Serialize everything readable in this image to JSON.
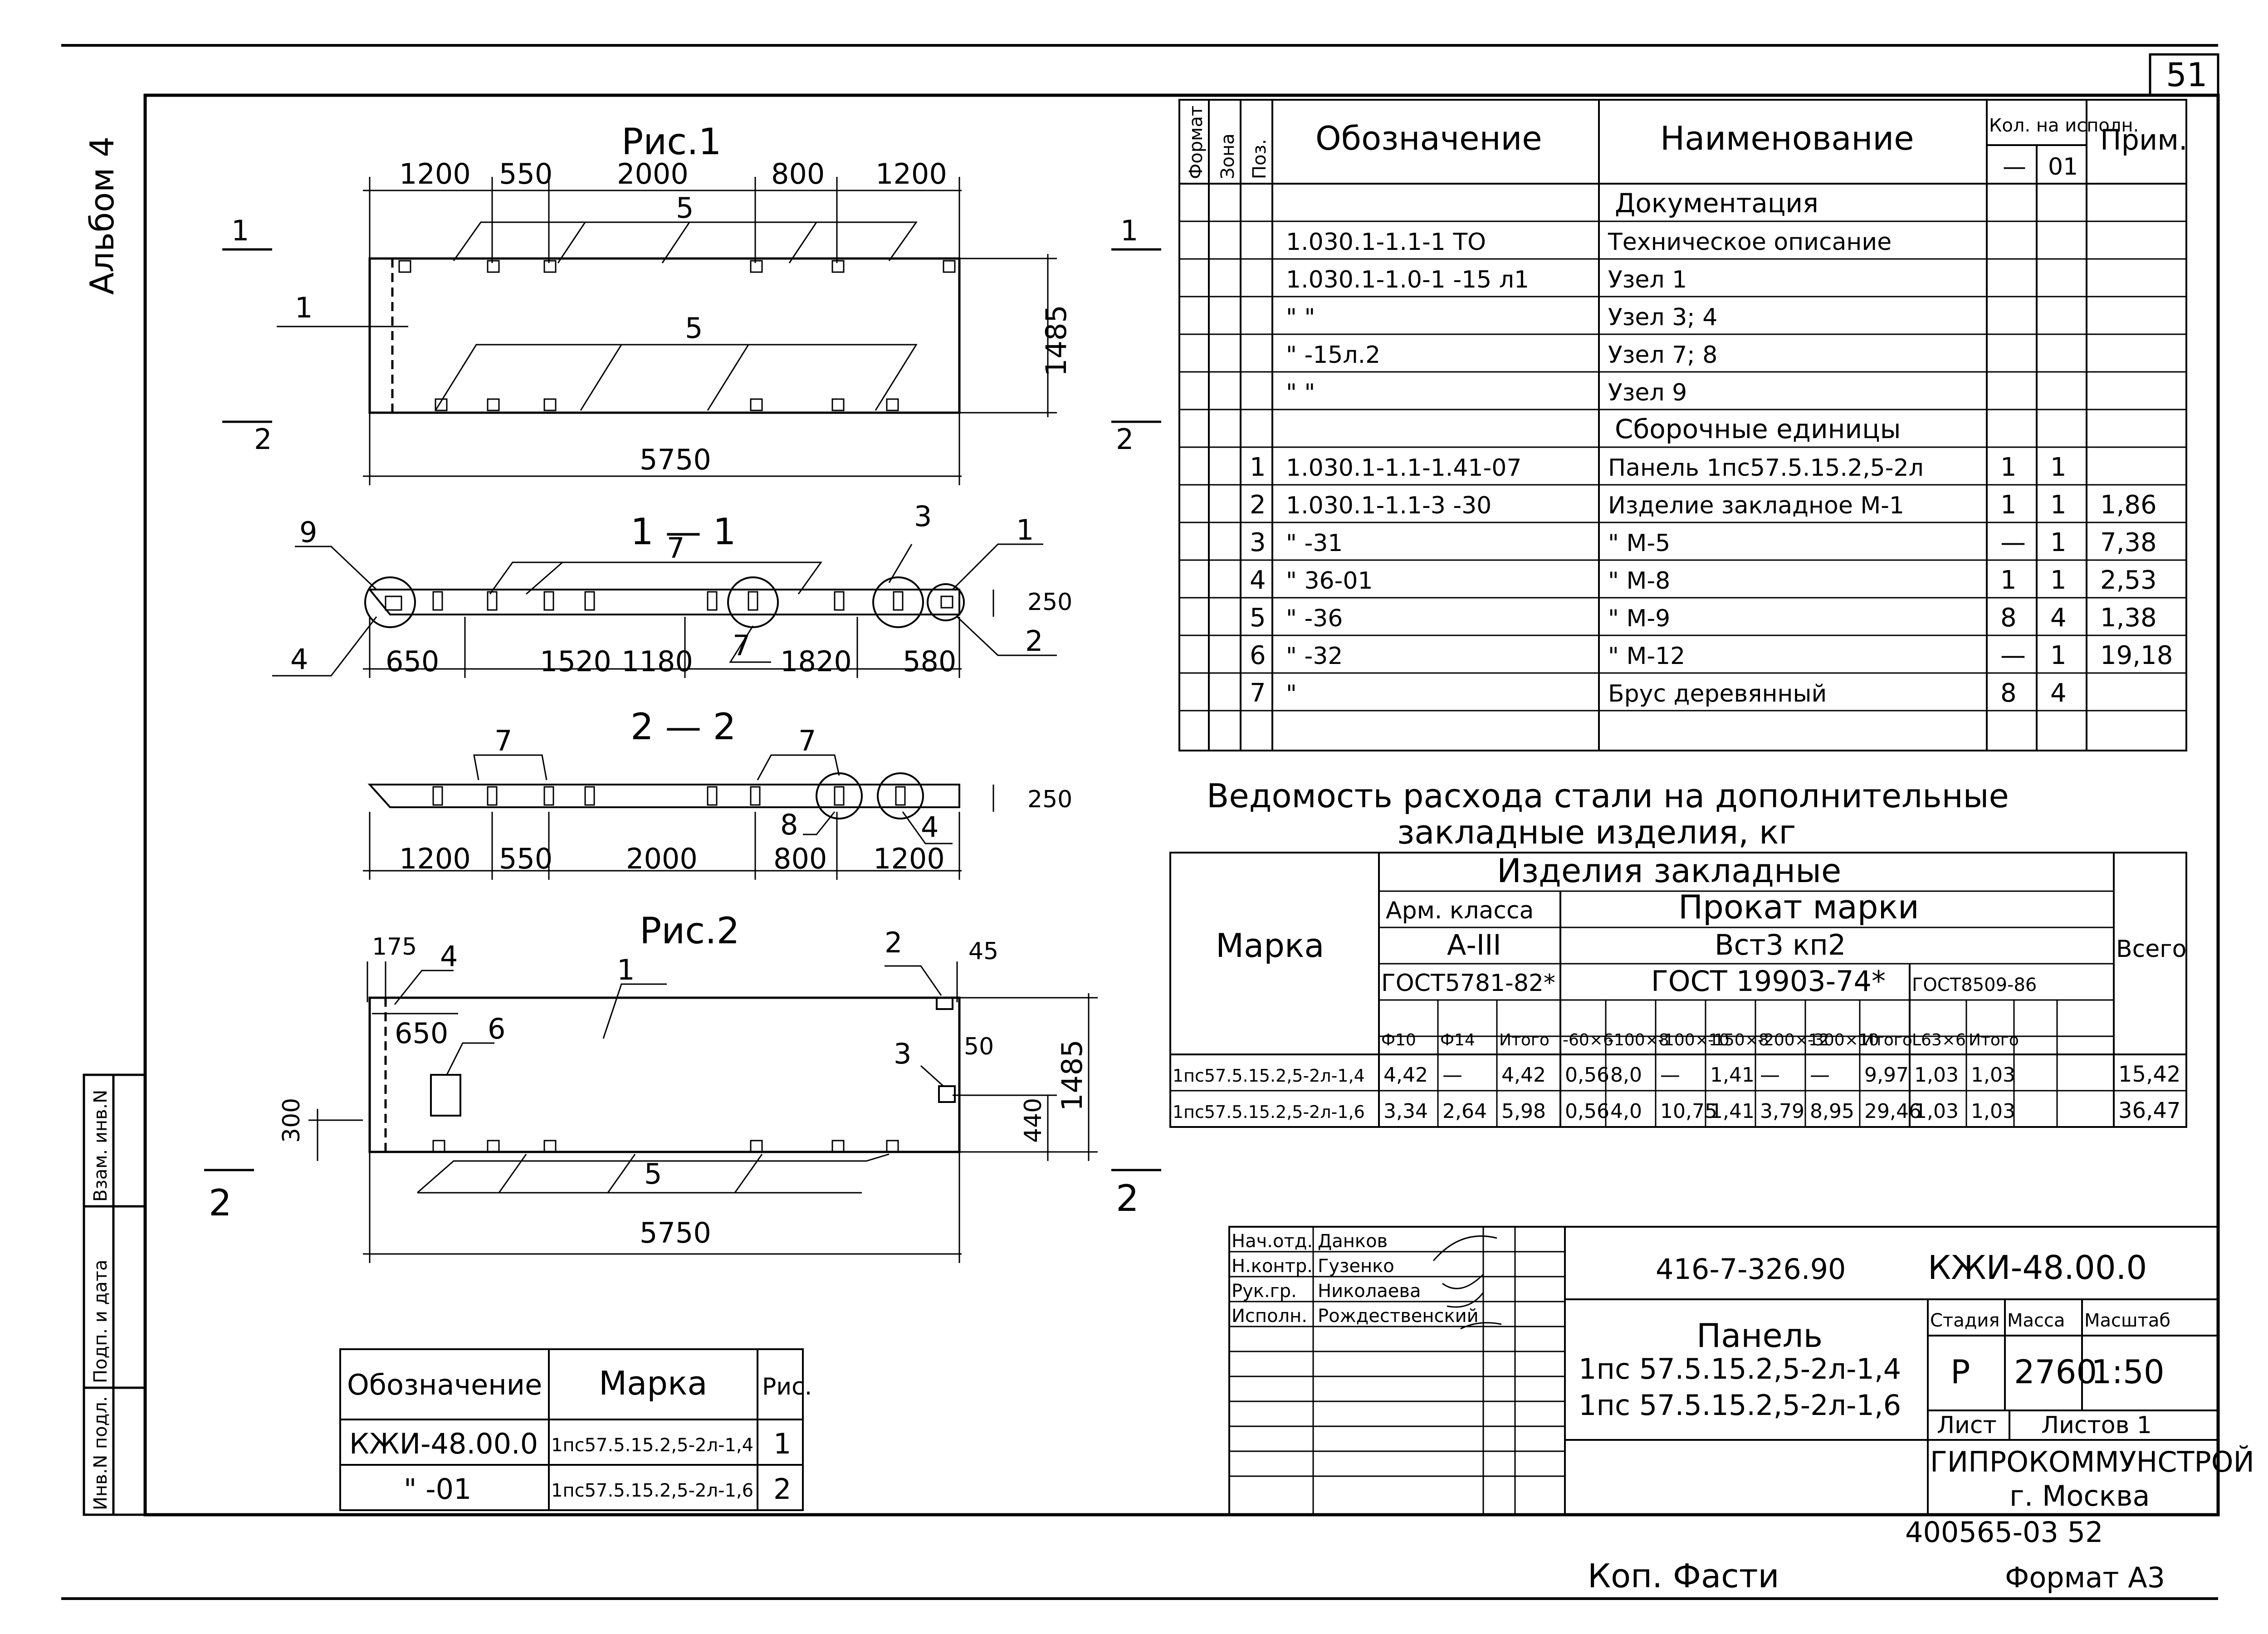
{
  "page": {
    "sheet_no": "51",
    "album": "Альбом 4",
    "footer_copy": "Коп. Фасти",
    "format": "Формат А3",
    "stamp_extra": "400565-03 52"
  },
  "fig1": {
    "title": "Рис.1",
    "dims_top": [
      "1200",
      "550",
      "2000",
      "800",
      "1200"
    ],
    "total_length": "5750",
    "height": "1485",
    "pos_labels": [
      "5",
      "5",
      "1"
    ],
    "section_marks": [
      "1",
      "1",
      "2",
      "2"
    ]
  },
  "section11": {
    "title": "1 — 1",
    "dims": [
      "650",
      "1520",
      "1180",
      "1820",
      "580"
    ],
    "thickness": "250",
    "labels": [
      "9",
      "7",
      "3",
      "1",
      "4",
      "7",
      "2"
    ]
  },
  "section22": {
    "title": "2 — 2",
    "dims": [
      "1200",
      "550",
      "2000",
      "800",
      "1200"
    ],
    "thickness": "250",
    "labels": [
      "7",
      "7",
      "8",
      "4"
    ]
  },
  "fig2": {
    "title": "Рис.2",
    "dims": {
      "top_left": "175",
      "top_right": "45",
      "d650": "650",
      "d50": "50",
      "d300": "300",
      "d440": "440",
      "height": "1485",
      "length": "5750"
    },
    "labels": [
      "4",
      "1",
      "2",
      "6",
      "3",
      "5"
    ],
    "section_marks": [
      "2",
      "2"
    ]
  },
  "spec": {
    "headers": {
      "format": "Формат",
      "zone": "Зона",
      "pos": "Поз.",
      "designation": "Обозначение",
      "name": "Наименование",
      "qty": "Кол. на исполн.",
      "qty_a": "—",
      "qty_b": "01",
      "note": "Прим."
    },
    "rows": [
      {
        "pos": "",
        "des": "",
        "name": "Документация",
        "q1": "",
        "q2": "",
        "note": "",
        "heading": true
      },
      {
        "pos": "",
        "des": "1.030.1-1.1-1  ТО",
        "name": "Техническое описание",
        "q1": "",
        "q2": "",
        "note": ""
      },
      {
        "pos": "",
        "des": "1.030.1-1.0-1  -15 л1",
        "name": "Узел 1",
        "q1": "",
        "q2": "",
        "note": ""
      },
      {
        "pos": "",
        "des": "\"          \"",
        "name": "Узел 3; 4",
        "q1": "",
        "q2": "",
        "note": ""
      },
      {
        "pos": "",
        "des": "\"      -15л.2",
        "name": "Узел 7; 8",
        "q1": "",
        "q2": "",
        "note": ""
      },
      {
        "pos": "",
        "des": "\"          \"",
        "name": "Узел 9",
        "q1": "",
        "q2": "",
        "note": ""
      },
      {
        "pos": "",
        "des": "",
        "name": "Сборочные единицы",
        "q1": "",
        "q2": "",
        "note": "",
        "heading": true
      },
      {
        "pos": "1",
        "des": "1.030.1-1.1-1.41-07",
        "name": "Панель 1пс57.5.15.2,5-2л",
        "q1": "1",
        "q2": "1",
        "note": ""
      },
      {
        "pos": "2",
        "des": "1.030.1-1.1-3  -30",
        "name": "Изделие закладное         М-1",
        "q1": "1",
        "q2": "1",
        "note": "1,86"
      },
      {
        "pos": "3",
        "des": "\"          -31",
        "name": "\"                          М-5",
        "q1": "—",
        "q2": "1",
        "note": "7,38"
      },
      {
        "pos": "4",
        "des": "\"       36-01",
        "name": "\"                          М-8",
        "q1": "1",
        "q2": "1",
        "note": "2,53"
      },
      {
        "pos": "5",
        "des": "\"          -36",
        "name": "\"                          М-9",
        "q1": "8",
        "q2": "4",
        "note": "1,38"
      },
      {
        "pos": "6",
        "des": "\"          -32",
        "name": "\"                         М-12",
        "q1": "—",
        "q2": "1",
        "note": "19,18"
      },
      {
        "pos": "7",
        "des": "\"",
        "name": "Брус деревянный",
        "q1": "8",
        "q2": "4",
        "note": ""
      }
    ]
  },
  "steel": {
    "title_line1": "Ведомость расхода стали на дополнительные",
    "title_line2": "закладные изделия, кг",
    "h_marka": "Марка",
    "h_items": "Изделия закладные",
    "h_arm": "Арм. класса",
    "h_prokat": "Прокат марки",
    "h_a3": "А-III",
    "h_vst": "Вст3 кп2",
    "h_total": "Всего",
    "h_gost1": "ГОСТ5781-82*",
    "h_gost2": "ГОСТ 19903-74*",
    "h_gost3": "ГОСТ8509-86",
    "cols": [
      "Ф10",
      "Ф14",
      "Итого",
      "-60×6",
      "-100×8",
      "-100×10",
      "-150×8",
      "-200×12",
      "-300×10",
      "Итого",
      "L63×6",
      "Итого"
    ],
    "rows": [
      {
        "marka": "1пс57.5.15.2,5-2л-1,4",
        "vals": [
          "4,42",
          "—",
          "4,42",
          "0,56",
          "8,0",
          "—",
          "1,41",
          "—",
          "—",
          "9,97",
          "1,03",
          "1,03"
        ],
        "total": "15,42"
      },
      {
        "marka": "1пс57.5.15.2,5-2л-1,6",
        "vals": [
          "3,34",
          "2,64",
          "5,98",
          "0,56",
          "4,0",
          "10,75",
          "1,41",
          "3,79",
          "8,95",
          "29,46",
          "1,03",
          "1,03"
        ],
        "total": "36,47"
      }
    ]
  },
  "stamp": {
    "roles": [
      "Нач.отд.",
      "Н.контр.",
      "Рук.гр.",
      "Исполн."
    ],
    "names": [
      "Данков",
      "Гузенко",
      "Николаева",
      "Рождественский"
    ],
    "code": "416-7-326.90",
    "doc": "КЖИ-48.00.0",
    "title": "Панель",
    "subtitle1": "1пс 57.5.15.2,5-2л-1,4",
    "subtitle2": "1пс 57.5.15.2,5-2л-1,6",
    "h_stage": "Стадия",
    "h_mass": "Масса",
    "h_scale": "Масштаб",
    "stage": "Р",
    "mass": "2760",
    "scale": "1:50",
    "sheet": "Лист",
    "sheets": "Листов 1",
    "org": "ГИПРОКОММУНСТРОЙ",
    "city": "г. Москва"
  },
  "variants": {
    "h_des": "Обозначение",
    "h_marka": "Марка",
    "h_fig": "Рис.",
    "rows": [
      {
        "des": "КЖИ-48.00.0",
        "marka": "1пс57.5.15.2,5-2л-1,4",
        "fig": "1"
      },
      {
        "des": "\"      -01",
        "marka": "1пс57.5.15.2,5-2л-1,6",
        "fig": "2"
      }
    ]
  },
  "side_stamp": [
    "Инв.N подл.",
    "Подп. и дата",
    "Взам. инв.N"
  ]
}
